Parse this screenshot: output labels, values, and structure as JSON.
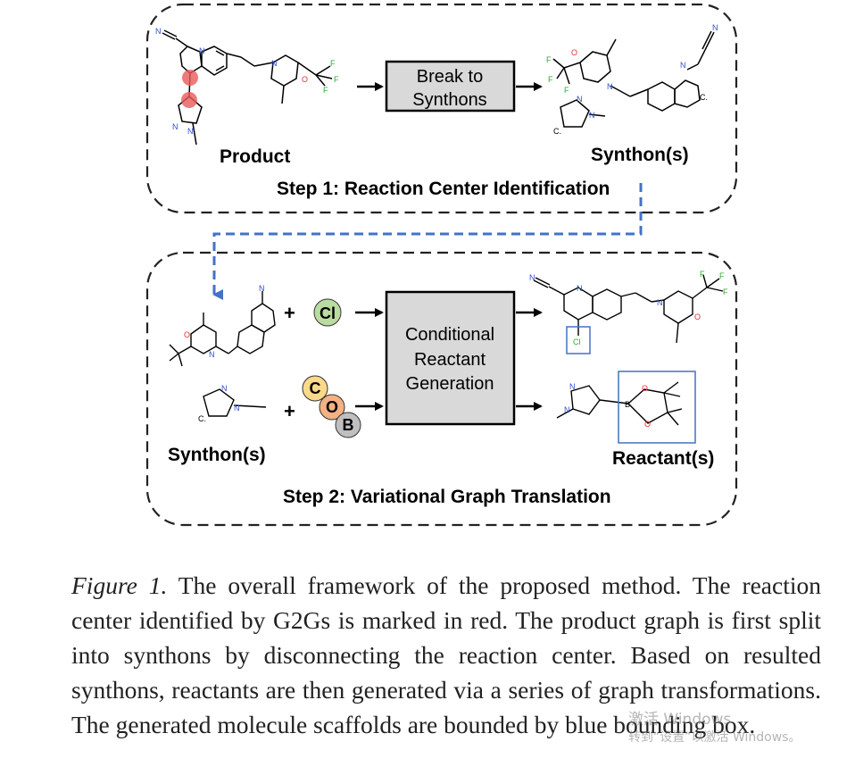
{
  "figure": {
    "step1": {
      "title": "Step 1: Reaction Center Identification",
      "box_line1": "Break to",
      "box_line2": "Synthons",
      "product_label": "Product",
      "synthon_label": "Synthon(s)"
    },
    "step2": {
      "title": "Step 2: Variational Graph Translation",
      "box_line1": "Conditional",
      "box_line2": "Reactant",
      "box_line3": "Generation",
      "synthon_label": "Synthon(s)",
      "reactant_label": "Reactant(s)",
      "plus1": "+",
      "plus2": "+",
      "leaving_group_cl": "Cl",
      "leaving_group_c": "C",
      "leaving_group_o": "O",
      "leaving_group_b": "B"
    },
    "atoms": {
      "N": "N",
      "O": "O",
      "F": "F",
      "Cl": "Cl",
      "B": "B",
      "Cdot": "C."
    },
    "colors": {
      "reaction_center": "#e85a5a",
      "dashed_connector": "#4472c4",
      "scaffold_box": "#4472c4",
      "box_fill": "#d9d9d9",
      "cl_circle": "#b9dca0",
      "c_circle": "#fbd98a",
      "o_circle": "#f4b183",
      "b_circle": "#bfbfbf"
    }
  },
  "caption": {
    "lead": "Figure 1.",
    "text": " The overall framework of the proposed method.  The reaction center identified by G2Gs is marked in red. The product graph is first split into synthons by disconnecting the reaction center. Based on resulted synthons, reactants are then generated via a series of graph transformations.  The generated molecule scaffolds are bounded by blue bounding box."
  },
  "watermark": {
    "line1": "激活 Windows",
    "line2": "转到“设置”以激活 Windows。"
  }
}
